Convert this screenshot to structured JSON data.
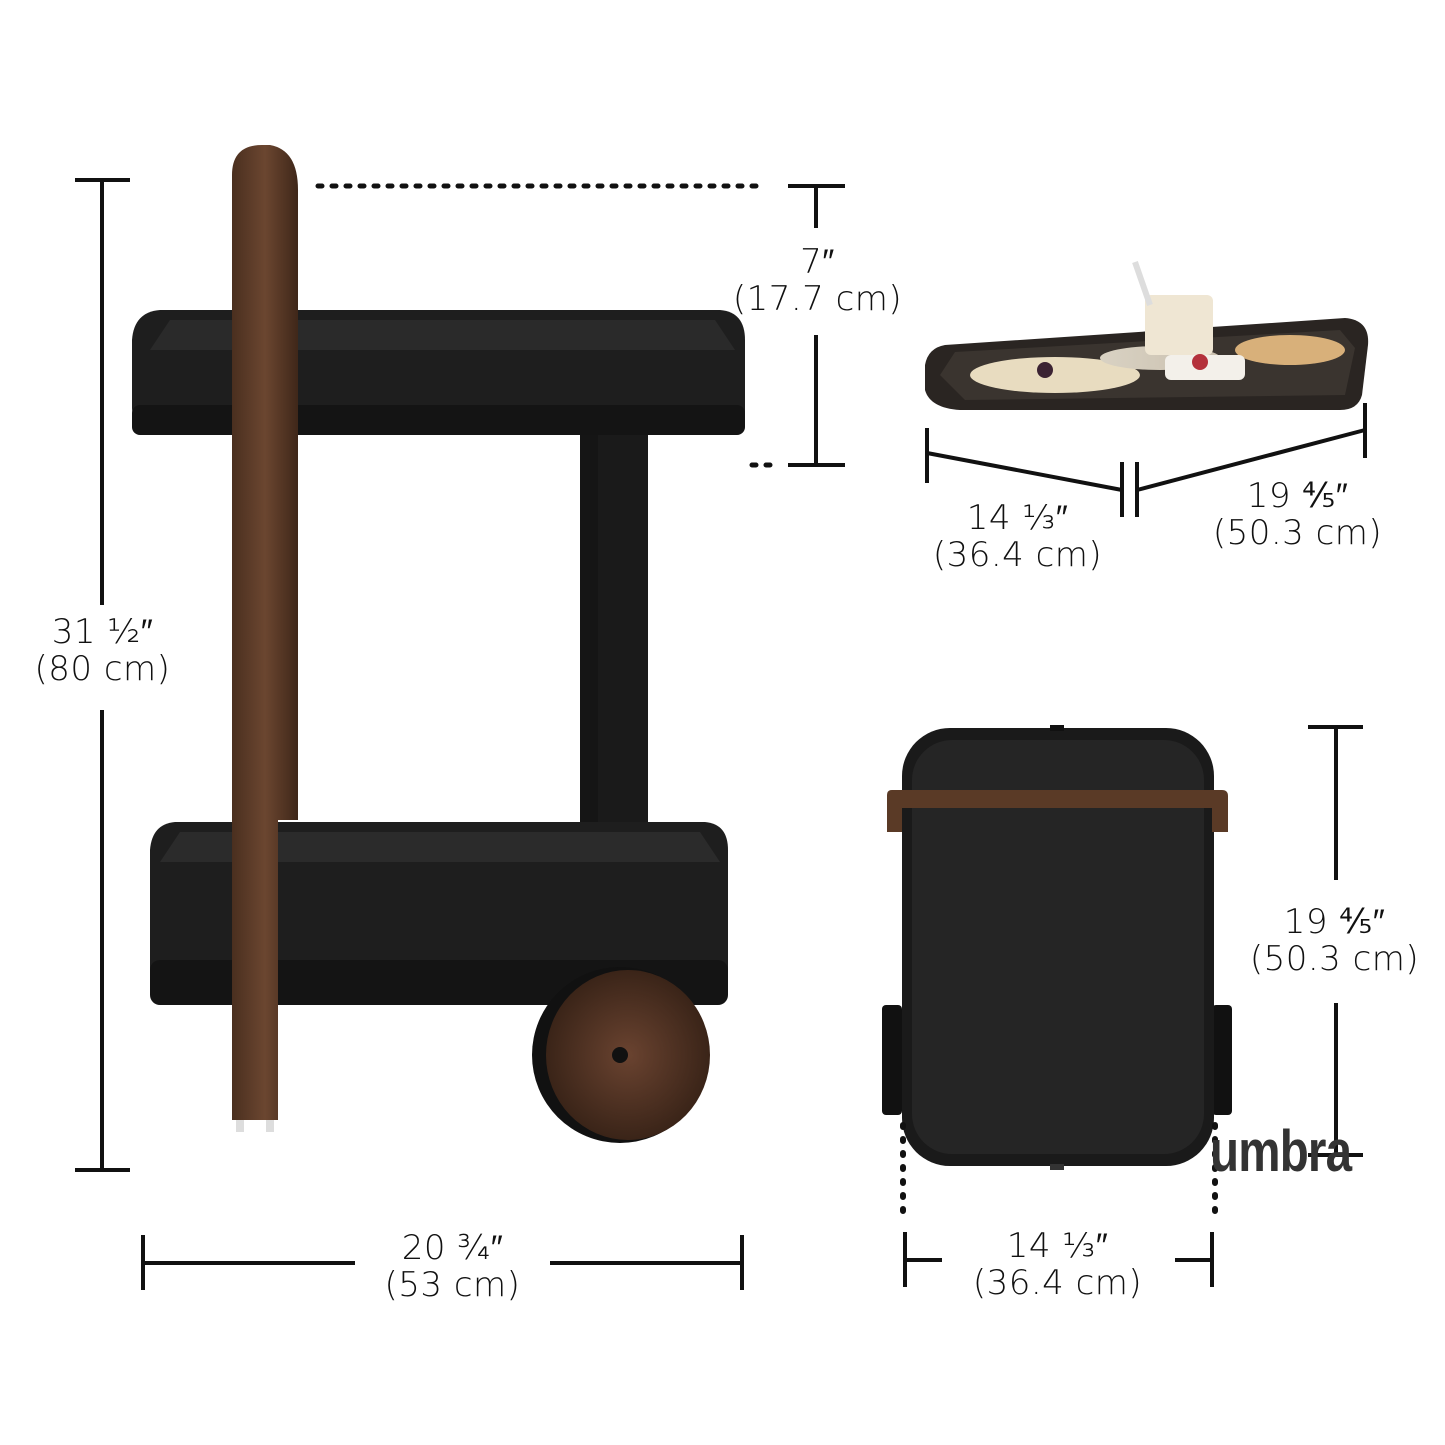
{
  "brand": {
    "logo_text": "umbra"
  },
  "product": {
    "name": "bar cart",
    "colors": {
      "tray": "#1c1c1c",
      "wood": "#5a3a26",
      "line": "#111111"
    }
  },
  "dimensions": {
    "overall_height": {
      "imperial": "31 ½″",
      "metric": "(80 cm)"
    },
    "overall_width": {
      "imperial": "20 ¾″",
      "metric": "(53 cm)"
    },
    "handle_clearance": {
      "imperial": "7″",
      "metric": "(17.7 cm)"
    },
    "tray_width": {
      "imperial": "14 ⅓″",
      "metric": "(36.4 cm)"
    },
    "tray_length": {
      "imperial": "19 ⅘″",
      "metric": "(50.3 cm)"
    },
    "top_view_length": {
      "imperial": "19 ⅘″",
      "metric": "(50.3 cm)"
    },
    "top_view_width": {
      "imperial": "14 ⅓″",
      "metric": "(36.4 cm)"
    }
  }
}
